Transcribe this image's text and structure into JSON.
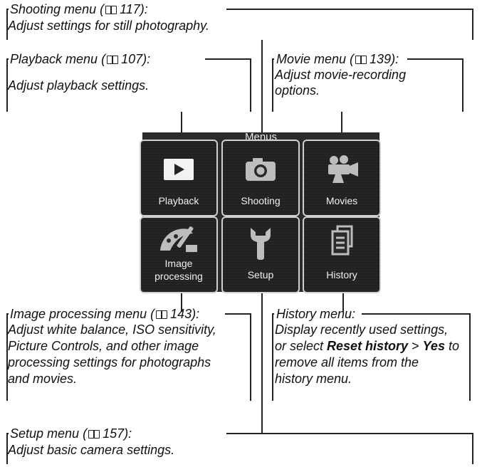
{
  "screen": {
    "title": "Menus",
    "tiles": [
      {
        "label": "Playback",
        "icon": "playback-icon"
      },
      {
        "label": "Shooting",
        "icon": "camera-icon"
      },
      {
        "label": "Movies",
        "icon": "movie-camera-icon"
      },
      {
        "label": "Image processing",
        "label_lines": [
          "Image",
          "processing"
        ],
        "icon": "image-processing-icon"
      },
      {
        "label": "Setup",
        "icon": "wrench-icon"
      },
      {
        "label": "History",
        "icon": "history-icon"
      }
    ]
  },
  "callouts": {
    "shooting": {
      "heading": "Shooting menu (📖 117):",
      "heading_parts": [
        "Shooting menu (",
        "117):"
      ],
      "text": "Adjust settings for still photography."
    },
    "playback": {
      "heading_parts": [
        "Playback menu (",
        "107):"
      ],
      "text": "Adjust playback settings."
    },
    "movie": {
      "heading_parts": [
        "Movie menu (",
        "139):"
      ],
      "lines": [
        "Adjust movie-recording",
        "options."
      ]
    },
    "image_processing": {
      "heading_parts": [
        "Image processing menu (",
        "143):"
      ],
      "lines": [
        "Adjust white balance, ISO sensitivity,",
        "Picture Controls, and other image",
        "processing settings for photographs",
        "and movies."
      ]
    },
    "history": {
      "heading": "History menu:",
      "line1": "Display recently used settings,",
      "line2_pre": "or select ",
      "line2_bold1": "Reset history",
      "line2_mid": " > ",
      "line2_bold2": "Yes",
      "line2_post": " to",
      "line3": "remove all items from the",
      "line4": "history menu."
    },
    "setup": {
      "heading_parts": [
        "Setup menu (",
        "157):"
      ],
      "text": "Adjust basic camera settings."
    }
  }
}
